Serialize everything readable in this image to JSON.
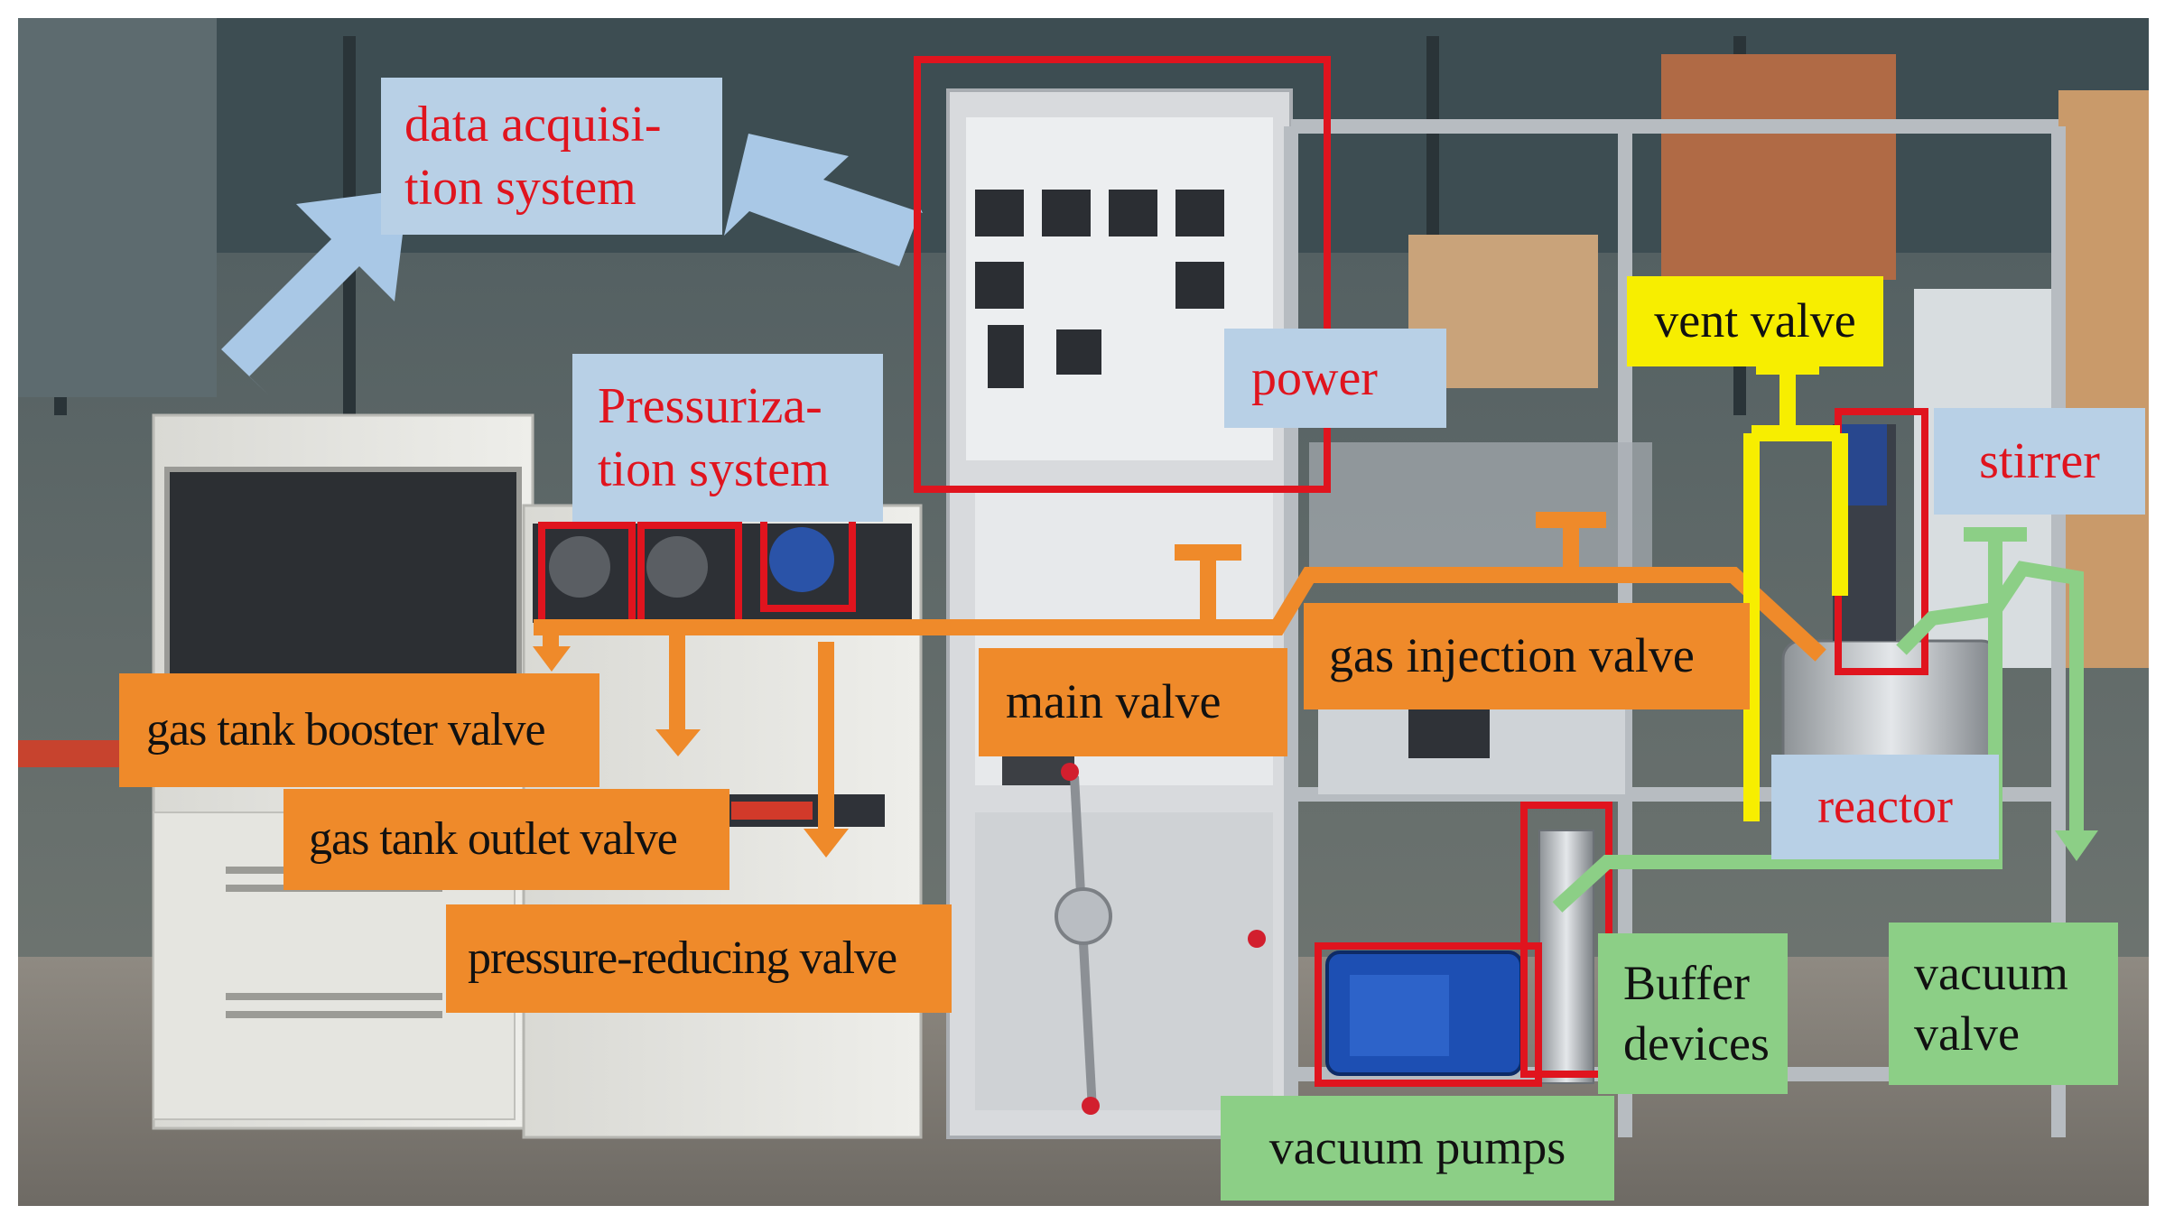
{
  "photo": {
    "description_free": true
  },
  "labels": {
    "data_acquisition": "data acquisi-\ntion system",
    "pressurization": "Pressuriza-\ntion system",
    "power": "power",
    "vent_valve": "vent valve",
    "stirrer": "stirrer",
    "gas_injection_valve": "gas injection valve",
    "main_valve": "main valve",
    "gas_tank_booster_valve": "gas tank booster valve",
    "gas_tank_outlet_valve": "gas tank outlet valve",
    "pressure_reducing_valve": "pressure-reducing valve",
    "reactor": "reactor",
    "buffer_devices": "Buffer\ndevices",
    "vacuum_valve": "vacuum\nvalve",
    "vacuum_pumps": "vacuum pumps"
  },
  "colors": {
    "label_blue_bg": "#b8d0e6",
    "label_text_red": "#e0141e",
    "orange": "#ef8a2a",
    "green": "#8ccf86",
    "yellow": "#f7ee00",
    "highlight_red": "#e0141e",
    "arrow_blue": "#a9c8e6"
  }
}
